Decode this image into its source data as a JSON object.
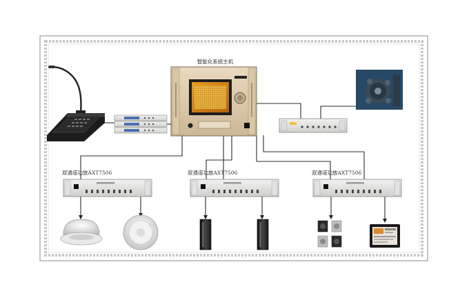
{
  "diagram": {
    "title": "智能化系统主机",
    "amplifiers": [
      {
        "label": "双通道功放AXT7506"
      },
      {
        "label": "双通道功放AXT7506"
      },
      {
        "label": "双通道功放AXT7506"
      }
    ]
  }
}
